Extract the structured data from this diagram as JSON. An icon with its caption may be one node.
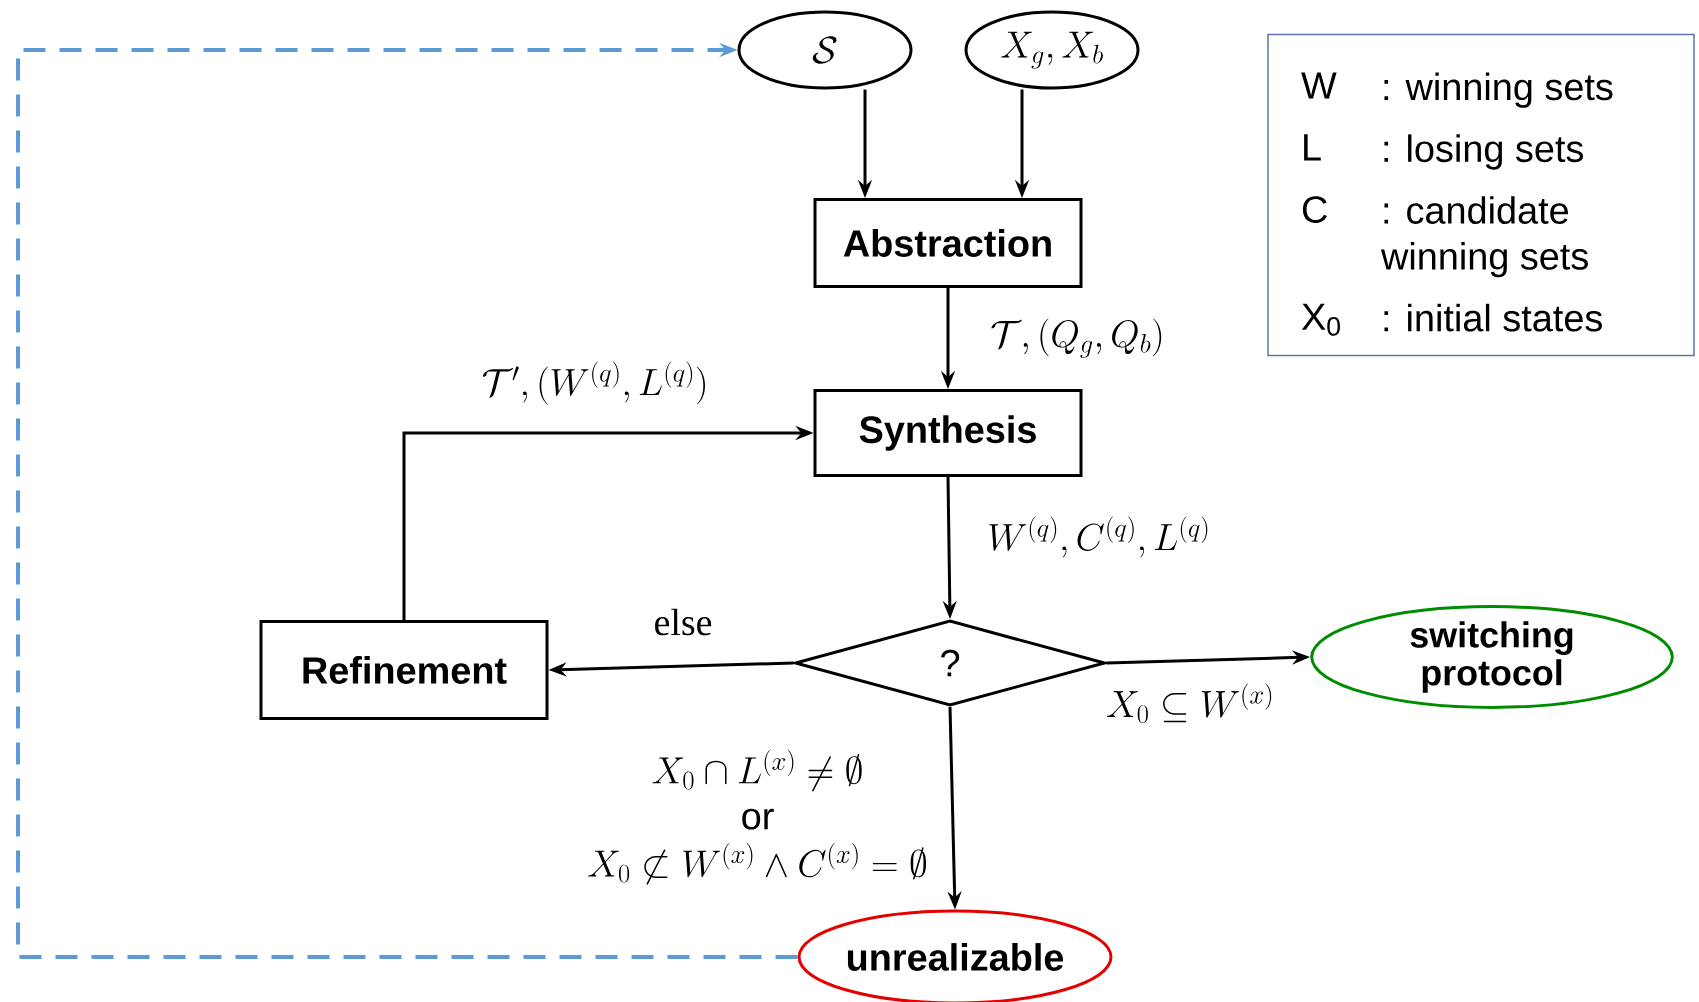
{
  "diagram": {
    "nodes": [
      {
        "text": [
          "\\mathcal{S}"
        ]
      },
      {
        "text": [
          "X_g, X_b"
        ]
      },
      {
        "text": [
          "Abstraction"
        ]
      },
      {
        "text": [
          "Synthesis"
        ]
      },
      {
        "text": [
          "?"
        ]
      },
      {
        "text": [
          "Refinement"
        ]
      },
      {
        "text": [
          "switching protocol"
        ]
      },
      {
        "text": [
          "unrealizable"
        ]
      },
      {
        "text": [
          "W",
          ": winning sets",
          "L",
          ": losing sets",
          "C",
          ": candidate winning sets",
          "X$_{0}$",
          ": initial states"
        ]
      }
    ],
    "edges": [
      {
        "from": 0,
        "to": 2,
        "arrow": "to"
      },
      {
        "from": 1,
        "to": 2,
        "arrow": "to"
      },
      {
        "from": 2,
        "to": 3,
        "arrow": "to",
        "label": "\\mathcal{T}, (Q_g, Q_b)"
      },
      {
        "from": 3,
        "to": 4,
        "arrow": "to",
        "label": "W^{(q)}, C^{(q)}, L^{(q)}"
      },
      {
        "from": 4,
        "to": 5,
        "arrow": "to",
        "label": "else"
      },
      {
        "from": 5,
        "to": 3,
        "arrow": "to",
        "label": "\\mathcal{T}', (W^{(q)}, L^{(q)})"
      },
      {
        "from": 4,
        "to": 6,
        "arrow": "to",
        "label": "X_0 \\subseteq W^{(x)}"
      },
      {
        "from": 4,
        "to": 7,
        "arrow": "to",
        "label": "\\begin{array}{c} X_0 \\cap L^{(x)} \\neq \\emptyset \\\\ \\mathrm{or} \\\\ X_0 \\not\\subset W^{(x)} \\wedge C^{(x)} = \\emptyset \\end{array}"
      },
      {
        "from": 7,
        "to": 0,
        "arrow": "to",
        "style": "dashed",
        "color": "#5b9bd5"
      }
    ]
  }
}
